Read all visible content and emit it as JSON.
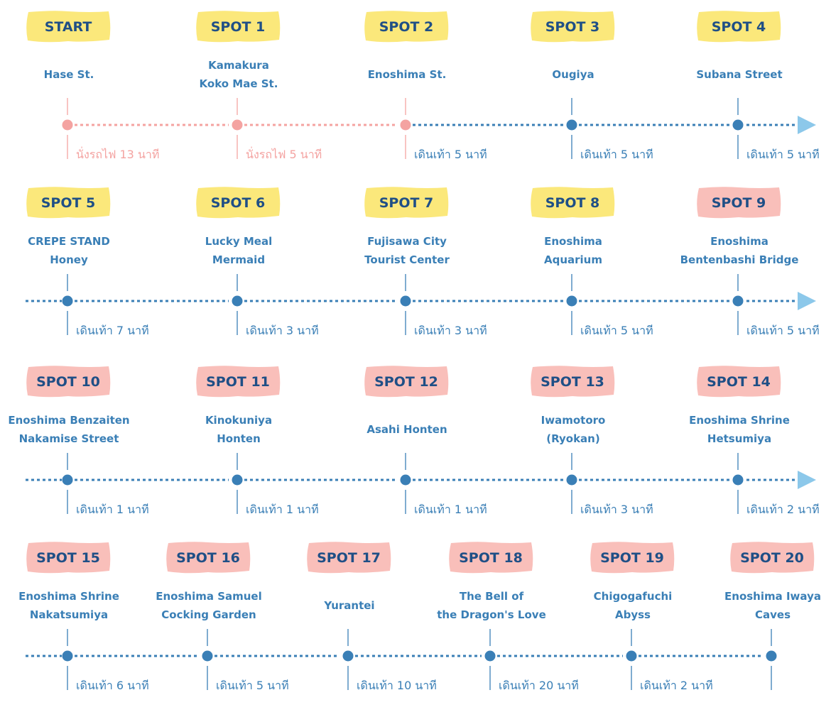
{
  "colors": {
    "yellow_badge": "#fbe774",
    "pink_badge": "#f9bcb6",
    "badge_text": "#1f4f86",
    "blue": "#3a7fb6",
    "pink": "#f4a3a1",
    "arrow": "#8cc8ea"
  },
  "rows": [
    {
      "stops": [
        {
          "label": "START",
          "name": [
            "Hase St."
          ],
          "duration": "นั่งรถไฟ 13 นาที",
          "badge": "yellow",
          "style": "pink"
        },
        {
          "label": "SPOT 1",
          "name": [
            "Kamakura",
            "Koko Mae St."
          ],
          "duration": "นั่งรถไฟ 5 นาที",
          "badge": "yellow",
          "style": "pink"
        },
        {
          "label": "SPOT 2",
          "name": [
            "Enoshima St."
          ],
          "duration": "เดินเท้า 5 นาที",
          "badge": "yellow",
          "style": "pink-dot"
        },
        {
          "label": "SPOT 3",
          "name": [
            "Ougiya"
          ],
          "duration": "เดินเท้า 5 นาที",
          "badge": "yellow",
          "style": "blue"
        },
        {
          "label": "SPOT 4",
          "name": [
            "Subana Street"
          ],
          "duration": "เดินเท้า 5 นาที",
          "badge": "yellow",
          "style": "blue"
        }
      ]
    },
    {
      "stops": [
        {
          "label": "SPOT 5",
          "name": [
            "CREPE STAND",
            "Honey"
          ],
          "duration": "เดินเท้า 7 นาที",
          "badge": "yellow",
          "style": "blue"
        },
        {
          "label": "SPOT 6",
          "name": [
            "Lucky Meal",
            "Mermaid"
          ],
          "duration": "เดินเท้า 3 นาที",
          "badge": "yellow",
          "style": "blue"
        },
        {
          "label": "SPOT 7",
          "name": [
            "Fujisawa City",
            "Tourist Center"
          ],
          "duration": "เดินเท้า 3 นาที",
          "badge": "yellow",
          "style": "blue"
        },
        {
          "label": "SPOT 8",
          "name": [
            "Enoshima",
            "Aquarium"
          ],
          "duration": "เดินเท้า 5 นาที",
          "badge": "yellow",
          "style": "blue"
        },
        {
          "label": "SPOT 9",
          "name": [
            "Enoshima",
            "Bentenbashi Bridge"
          ],
          "duration": "เดินเท้า 5 นาที",
          "badge": "pink",
          "style": "blue"
        }
      ]
    },
    {
      "stops": [
        {
          "label": "SPOT 10",
          "name": [
            "Enoshima Benzaiten",
            "Nakamise Street"
          ],
          "duration": "เดินเท้า 1 นาที",
          "badge": "pink",
          "style": "blue"
        },
        {
          "label": "SPOT 11",
          "name": [
            "Kinokuniya",
            "Honten"
          ],
          "duration": "เดินเท้า 1 นาที",
          "badge": "pink",
          "style": "blue"
        },
        {
          "label": "SPOT 12",
          "name": [
            "Asahi Honten"
          ],
          "duration": "เดินเท้า 1 นาที",
          "badge": "pink",
          "style": "blue"
        },
        {
          "label": "SPOT 13",
          "name": [
            "Iwamotoro",
            "(Ryokan)"
          ],
          "duration": "เดินเท้า 3 นาที",
          "badge": "pink",
          "style": "blue"
        },
        {
          "label": "SPOT 14",
          "name": [
            "Enoshima Shrine",
            "Hetsumiya"
          ],
          "duration": "เดินเท้า 2 นาที",
          "badge": "pink",
          "style": "blue"
        }
      ]
    },
    {
      "stops": [
        {
          "label": "SPOT 15",
          "name": [
            "Enoshima Shrine",
            "Nakatsumiya"
          ],
          "duration": "เดินเท้า 6 นาที",
          "badge": "pink",
          "style": "blue"
        },
        {
          "label": "SPOT 16",
          "name": [
            "Enoshima Samuel",
            "Cocking Garden"
          ],
          "duration": "เดินเท้า 5 นาที",
          "badge": "pink",
          "style": "blue"
        },
        {
          "label": "SPOT 17",
          "name": [
            "Yurantei"
          ],
          "duration": "เดินเท้า 10 นาที",
          "badge": "pink",
          "style": "blue"
        },
        {
          "label": "SPOT 18",
          "name": [
            "The Bell of",
            "the Dragon's Love"
          ],
          "duration": "เดินเท้า 20 นาที",
          "badge": "pink",
          "style": "blue"
        },
        {
          "label": "SPOT 19",
          "name": [
            "Chigogafuchi",
            "Abyss"
          ],
          "duration": "เดินเท้า 2 นาที",
          "badge": "pink",
          "style": "blue"
        },
        {
          "label": "SPOT 20",
          "name": [
            "Enoshima Iwaya",
            "Caves"
          ],
          "duration": "",
          "badge": "pink",
          "style": "blue"
        }
      ]
    }
  ]
}
